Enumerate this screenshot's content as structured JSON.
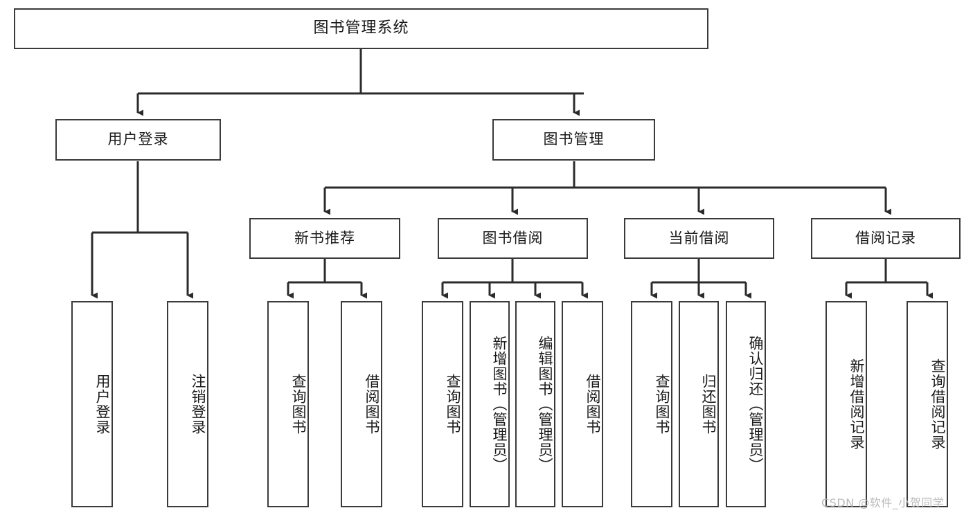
{
  "diagram": {
    "title": "图书管理系统",
    "type": "tree-hierarchy",
    "watermark": "CSDN @软件_小贺同学",
    "colors": {
      "box_border": "#3a3a3a",
      "box_fill": "#ffffff",
      "connector": "#2b2b2b",
      "text": "#1a1a1a",
      "watermark": "#b9b9b9",
      "background": "#ffffff"
    },
    "levels": [
      {
        "level": 0,
        "nodes": [
          {
            "id": "root",
            "label": "图书管理系统",
            "orientation": "horizontal"
          }
        ]
      },
      {
        "level": 1,
        "nodes": [
          {
            "id": "user-login",
            "label": "用户登录",
            "orientation": "horizontal",
            "parent": "root"
          },
          {
            "id": "book-manage",
            "label": "图书管理",
            "orientation": "horizontal",
            "parent": "root"
          }
        ]
      },
      {
        "level": 2,
        "nodes": [
          {
            "id": "new-book-rec",
            "label": "新书推荐",
            "orientation": "horizontal",
            "parent": "book-manage"
          },
          {
            "id": "book-borrow",
            "label": "图书借阅",
            "orientation": "horizontal",
            "parent": "book-manage"
          },
          {
            "id": "current-borrow",
            "label": "当前借阅",
            "orientation": "horizontal",
            "parent": "book-manage"
          },
          {
            "id": "borrow-record",
            "label": "借阅记录",
            "orientation": "horizontal",
            "parent": "book-manage"
          }
        ]
      },
      {
        "level": 3,
        "nodes": [
          {
            "id": "leaf-user-login",
            "label": "用户登录",
            "orientation": "vertical",
            "parent": "user-login"
          },
          {
            "id": "leaf-logout",
            "label": "注销登录",
            "orientation": "vertical",
            "parent": "user-login"
          },
          {
            "id": "leaf-query-book-1",
            "label": "查询图书",
            "orientation": "vertical",
            "parent": "new-book-rec"
          },
          {
            "id": "leaf-borrow-book-1",
            "label": "借阅图书",
            "orientation": "vertical",
            "parent": "new-book-rec"
          },
          {
            "id": "leaf-query-book-2",
            "label": "查询图书",
            "orientation": "vertical",
            "parent": "book-borrow"
          },
          {
            "id": "leaf-add-book",
            "label": "新增图书（管理员）",
            "orientation": "vertical",
            "parent": "book-borrow"
          },
          {
            "id": "leaf-edit-book",
            "label": "编辑图书（管理员）",
            "orientation": "vertical",
            "parent": "book-borrow"
          },
          {
            "id": "leaf-borrow-book-2",
            "label": "借阅图书",
            "orientation": "vertical",
            "parent": "book-borrow"
          },
          {
            "id": "leaf-query-book-3",
            "label": "查询图书",
            "orientation": "vertical",
            "parent": "current-borrow"
          },
          {
            "id": "leaf-return-book",
            "label": "归还图书",
            "orientation": "vertical",
            "parent": "current-borrow"
          },
          {
            "id": "leaf-confirm-return",
            "label": "确认归还（管理员）",
            "orientation": "vertical",
            "parent": "current-borrow"
          },
          {
            "id": "leaf-add-record",
            "label": "新增借阅记录",
            "orientation": "vertical",
            "parent": "borrow-record"
          },
          {
            "id": "leaf-query-record",
            "label": "查询借阅记录",
            "orientation": "vertical",
            "parent": "borrow-record"
          }
        ]
      }
    ]
  }
}
